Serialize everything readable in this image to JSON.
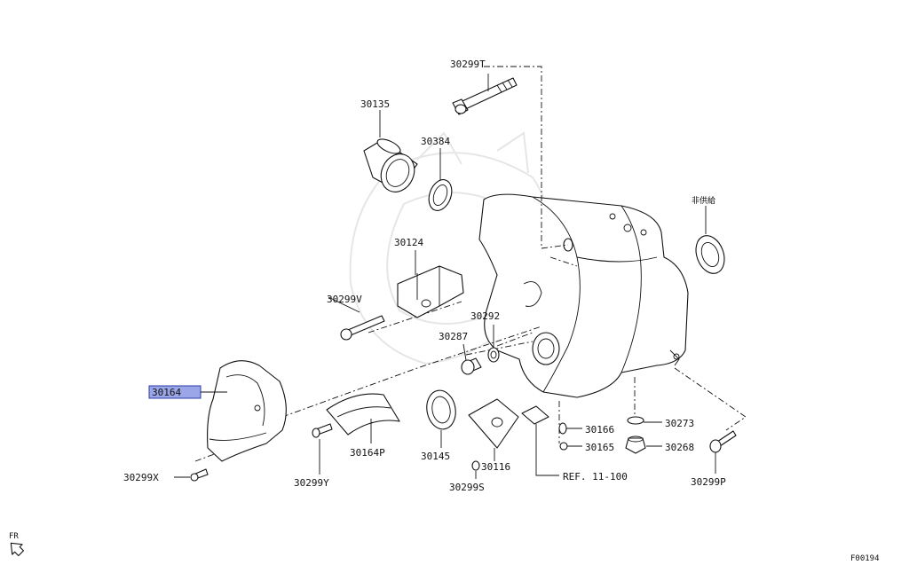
{
  "diagram": {
    "callouts": {
      "p30299T": "30299T",
      "p30135": "30135",
      "p30384": "30384",
      "p30124": "30124",
      "p30299V": "30299V",
      "p30292": "30292",
      "p30287": "30287",
      "p30164": "30164",
      "p30164P": "30164P",
      "p30145": "30145",
      "p30116": "30116",
      "p30299S": "30299S",
      "p30299X": "30299X",
      "p30299Y": "30299Y",
      "p30166": "30166",
      "p30165": "30165",
      "p30273": "30273",
      "p30268": "30268",
      "p30299P": "30299P",
      "notSupplied": "非供給",
      "ref": "REF. 11-100"
    },
    "orientation": "FR",
    "figure_id": "F00194",
    "highlight_color": "#9aa6e8"
  }
}
